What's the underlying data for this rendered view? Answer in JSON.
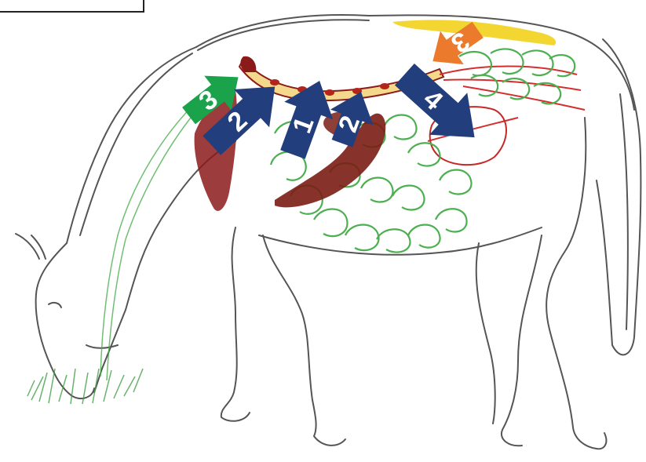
{
  "diagram": {
    "subject": "horse-digestive-system",
    "colors": {
      "outline": "#555555",
      "intestine": "#4caf50",
      "muscle": "#8b1a1a",
      "stomach": "#7a1d14",
      "grass": "#43a047",
      "spine_fat": "#f2d21c",
      "vessel": "#d32f2f"
    },
    "arrows": [
      {
        "id": "arrow-3-green",
        "label": "3",
        "color": "#1aa34a",
        "icon": "arrow-up-right"
      },
      {
        "id": "arrow-2-left",
        "label": "2",
        "color": "#233e7c",
        "icon": "arrow-up-right"
      },
      {
        "id": "arrow-1",
        "label": "1",
        "color": "#233e7c",
        "icon": "arrow-up"
      },
      {
        "id": "arrow-2-right",
        "label": "2",
        "color": "#233e7c",
        "icon": "arrow-up-right"
      },
      {
        "id": "arrow-4",
        "label": "4",
        "color": "#233e7c",
        "icon": "arrow-down-right"
      },
      {
        "id": "arrow-3-orange",
        "label": "3",
        "color": "#ec7a2c",
        "icon": "arrow-down-left"
      }
    ]
  }
}
